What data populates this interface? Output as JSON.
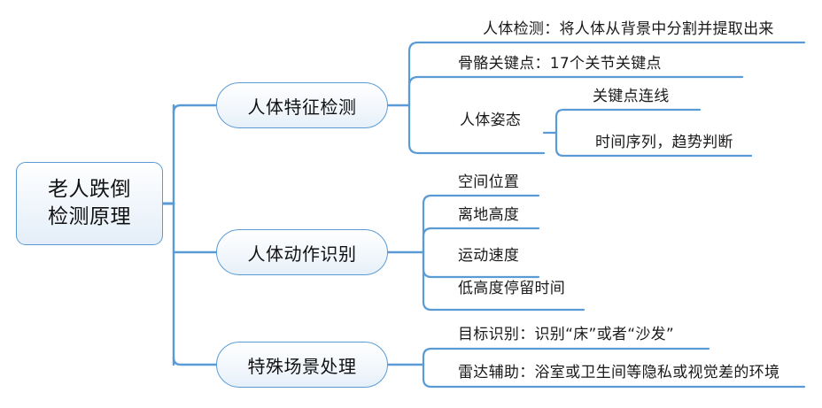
{
  "diagram": {
    "type": "mindmap",
    "title": "老人跌倒检测原理",
    "orientation": "left-to-right",
    "colors": {
      "node_border": "#5b9bd5",
      "connector": "#5b9bd5",
      "node_fill_top": "#ffffff",
      "node_fill_bottom": "#e4eef8",
      "text": "#111111",
      "background": "#ffffff"
    }
  },
  "root": {
    "line1": "老人跌倒",
    "line2": "检测原理"
  },
  "branches": [
    {
      "id": "feature-detection",
      "label": "人体特征检测",
      "leaves": [
        {
          "id": "body-detect",
          "text": "人体检测：将人体从背景中分割并提取出来"
        },
        {
          "id": "skeleton-keypoints",
          "text": "骨骼关键点：17个关节关键点"
        },
        {
          "id": "body-pose",
          "text": "人体姿态",
          "children": [
            {
              "id": "keypoint-link",
              "text": "关键点连线"
            },
            {
              "id": "time-series",
              "text": "时间序列，趋势判断"
            }
          ]
        }
      ]
    },
    {
      "id": "action-recognition",
      "label": "人体动作识别",
      "leaves": [
        {
          "id": "spatial-position",
          "text": "空间位置"
        },
        {
          "id": "ground-height",
          "text": "离地高度"
        },
        {
          "id": "motion-speed",
          "text": "运动速度"
        },
        {
          "id": "low-height-dwell",
          "text": "低高度停留时间"
        }
      ]
    },
    {
      "id": "special-scenes",
      "label": "特殊场景处理",
      "leaves": [
        {
          "id": "object-recognition",
          "text": "目标识别：识别“床”或者“沙发”"
        },
        {
          "id": "radar-assist",
          "text": "雷达辅助：浴室或卫生间等隐私或视觉差的环境"
        }
      ]
    }
  ]
}
